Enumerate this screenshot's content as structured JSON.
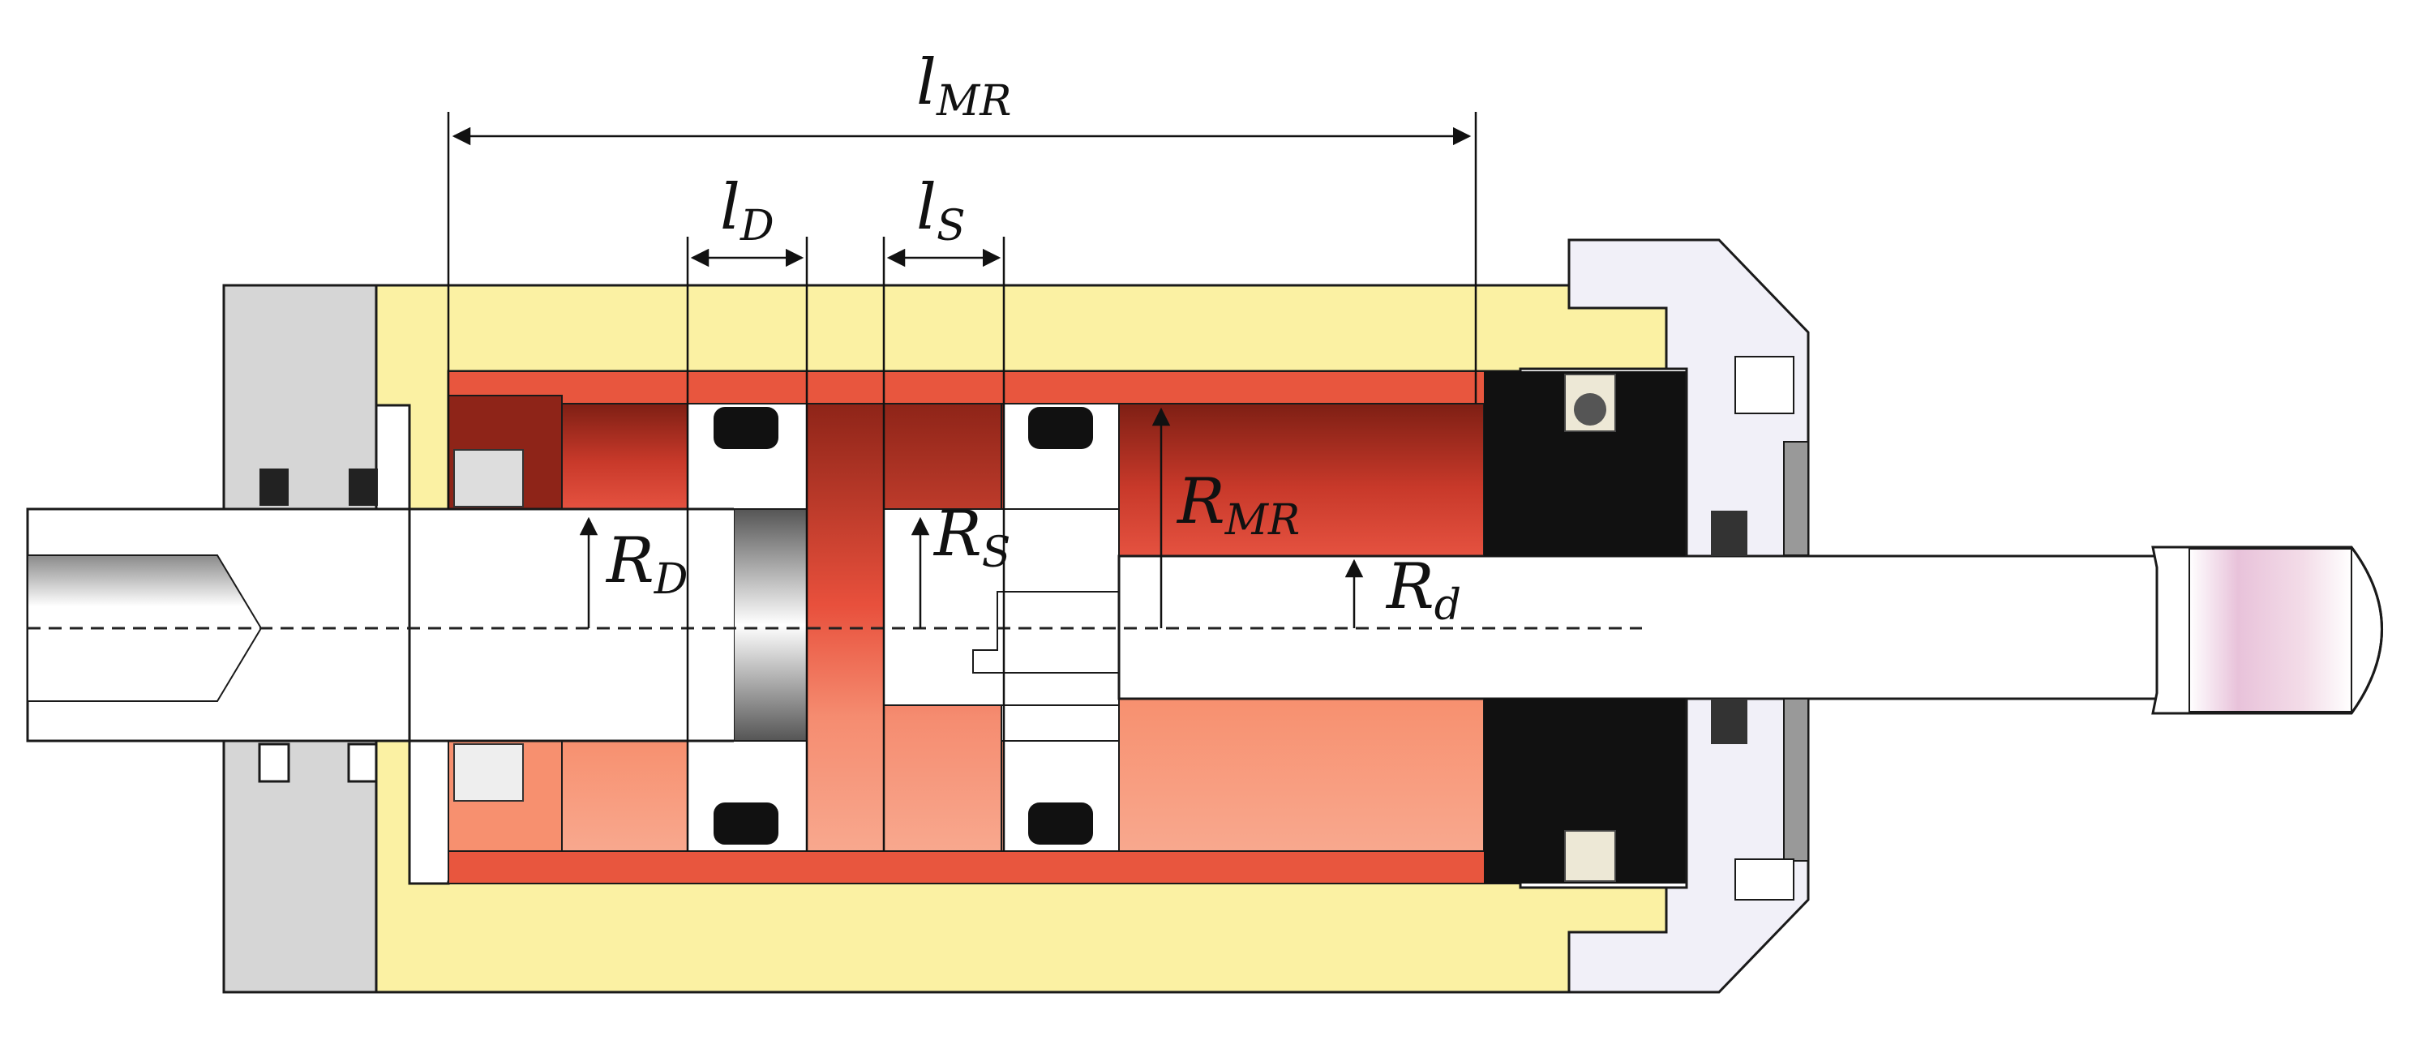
{
  "labels": {
    "l_MR": {
      "main": "l",
      "sub": "MR"
    },
    "l_D": {
      "main": "l",
      "sub": "D"
    },
    "l_S": {
      "main": "l",
      "sub": "S"
    },
    "R_D": {
      "main": "R",
      "sub": "D"
    },
    "R_S": {
      "main": "R",
      "sub": "S"
    },
    "R_MR": {
      "main": "R",
      "sub": "MR"
    },
    "R_d": {
      "main": "R",
      "sub": "d"
    }
  },
  "colors": {
    "housing_yellow": "#fbf1a3",
    "mr_fluid_red": "#e8563e",
    "mr_fluid_dark": "#8e2418",
    "mr_fluid_light": "#f7a486",
    "end_block_gray": "#d6d6d6",
    "seal_black": "#111111",
    "end_cap_lavender": "#f1f0f8",
    "shaft_white": "#ffffff",
    "outline": "#1a1a1a"
  }
}
